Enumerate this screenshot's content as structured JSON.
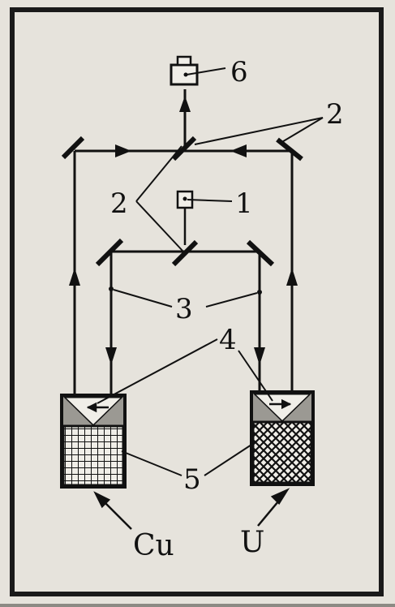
{
  "labels": {
    "camera": "6",
    "mirror_top": "2",
    "mirror_left": "2",
    "source": "1",
    "points": "3",
    "triangles": "4",
    "crystals": "5",
    "cu": "Cu",
    "u": "U"
  },
  "colors": {
    "paper": "#e6e3dc",
    "ink": "#111111",
    "frame": "#1a1a1a",
    "background": "#8c8a84"
  }
}
